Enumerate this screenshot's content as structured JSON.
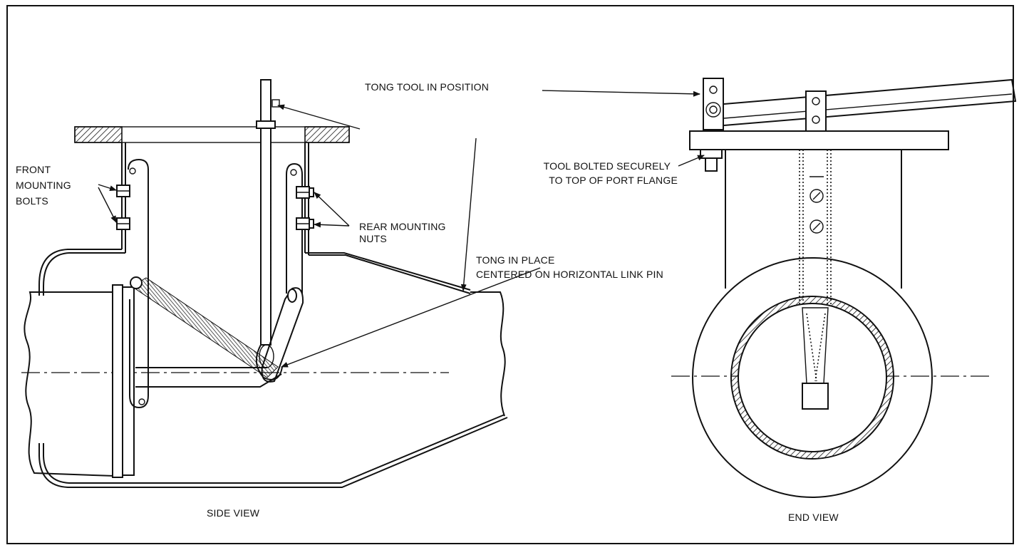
{
  "side_view": {
    "caption": "SIDE VIEW",
    "labels": {
      "front_bolts": [
        "FRONT",
        "MOUNTING",
        "BOLTS"
      ],
      "rear_nuts": [
        "REAR MOUNTING",
        "NUTS"
      ],
      "tong_in_place": [
        "TONG IN PLACE",
        "CENTERED ON HORIZONTAL LINK PIN"
      ]
    }
  },
  "end_view": {
    "caption": "END VIEW",
    "labels": {
      "tool_bolted": [
        "TOOL BOLTED SECURELY",
        "TO TOP OF PORT FLANGE"
      ]
    }
  },
  "shared": {
    "tong_tool": "TONG TOOL IN POSITION"
  }
}
